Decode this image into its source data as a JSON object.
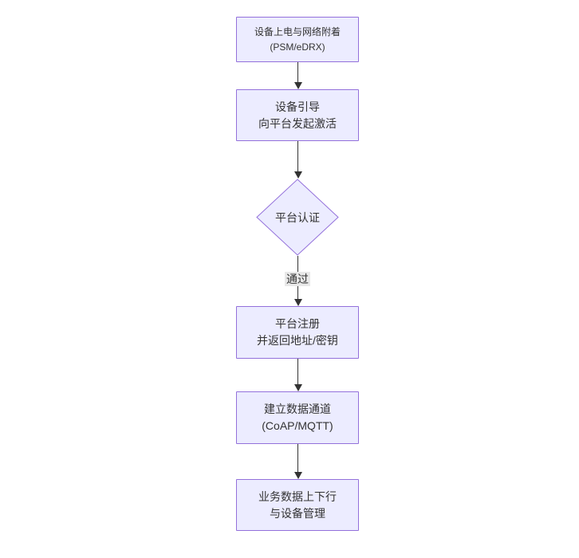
{
  "diagram": {
    "type": "flowchart",
    "direction": "top-down",
    "colors": {
      "background": "#ffffff",
      "node_fill": "#ECECFF",
      "node_border": "#9370DB",
      "text": "#333333",
      "arrow": "#333333",
      "edge_label_bg": "#e8e8e8"
    },
    "nodes": [
      {
        "id": "power-network-attach",
        "shape": "rect",
        "lines": [
          "设备上电与网络附着",
          "(PSM/eDRX)"
        ]
      },
      {
        "id": "device-bootstrap",
        "shape": "rect",
        "lines": [
          "设备引导",
          "向平台发起激活"
        ]
      },
      {
        "id": "platform-auth",
        "shape": "diamond",
        "lines": [
          "平台认证"
        ]
      },
      {
        "id": "platform-register",
        "shape": "rect",
        "lines": [
          "平台注册",
          "并返回地址/密钥"
        ]
      },
      {
        "id": "data-channel",
        "shape": "rect",
        "lines": [
          "建立数据通道",
          "(CoAP/MQTT)"
        ]
      },
      {
        "id": "business-data",
        "shape": "rect",
        "lines": [
          "业务数据上下行",
          "与设备管理"
        ]
      }
    ],
    "edges": [
      {
        "from": "power-network-attach",
        "to": "device-bootstrap",
        "label": ""
      },
      {
        "from": "device-bootstrap",
        "to": "platform-auth",
        "label": ""
      },
      {
        "from": "platform-auth",
        "to": "platform-register",
        "label": "通过"
      },
      {
        "from": "platform-register",
        "to": "data-channel",
        "label": ""
      },
      {
        "from": "data-channel",
        "to": "business-data",
        "label": ""
      }
    ]
  }
}
